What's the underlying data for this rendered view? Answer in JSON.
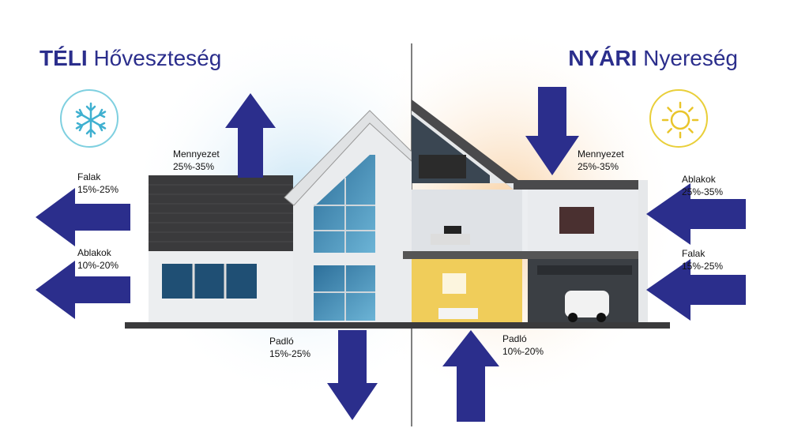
{
  "titles": {
    "winter": {
      "bold": "TÉLI",
      "normal": "Hőveszteség"
    },
    "summer": {
      "bold": "NYÁRI",
      "normal": "Nyereség"
    }
  },
  "winter_labels": {
    "roof": {
      "name": "Mennyezet",
      "value": "25%-35%"
    },
    "walls": {
      "name": "Falak",
      "value": "15%-25%"
    },
    "windows": {
      "name": "Ablakok",
      "value": "10%-20%"
    },
    "floor": {
      "name": "Padló",
      "value": "15%-25%"
    }
  },
  "summer_labels": {
    "roof": {
      "name": "Mennyezet",
      "value": "25%-35%"
    },
    "windows": {
      "name": "Ablakok",
      "value": "25%-35%"
    },
    "walls": {
      "name": "Falak",
      "value": "15%-25%"
    },
    "floor": {
      "name": "Padló",
      "value": "10%-20%"
    }
  },
  "icons": {
    "winter": "snowflake-icon",
    "summer": "sun-icon"
  },
  "colors": {
    "arrow": "#2b2e8c",
    "winter_sky": "#cfe7f5",
    "summer_sky": "#f8d9b4",
    "snow": "#3fb0d0",
    "sun": "#e9c52a"
  }
}
